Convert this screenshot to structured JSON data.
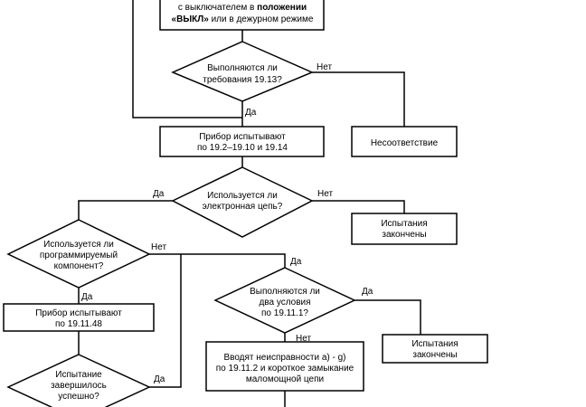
{
  "nodes": {
    "top_box": {
      "line1": "с выключателем в",
      "line1_bold": "положении",
      "line2_bold": "«ВЫКЛ»",
      "line2": " или в дежурном режиме"
    },
    "d1913": {
      "line1": "Выполняются ли",
      "line2": "требования 19.13?"
    },
    "noncompliance": {
      "text": "Несоответствие"
    },
    "test_192": {
      "line1": "Прибор испытывают",
      "line2": "по 19.2–19.10 и 19.14"
    },
    "d_electronic": {
      "line1": "Используется ли",
      "line2": "электронная цепь?"
    },
    "end1": {
      "line1": "Испытания",
      "line2": "закончены"
    },
    "d_programmable": {
      "line1": "Используется ли",
      "line2": "программируемый",
      "line3": "компонент?"
    },
    "test_1911": {
      "line1": "Прибор испытывают",
      "line2": "по 19.11.48"
    },
    "d_conditions": {
      "line1": "Выполняются ли",
      "line2": "два условия",
      "line3": "по 19.11.1?"
    },
    "end2": {
      "line1": "Испытания",
      "line2": "закончены"
    },
    "faults": {
      "line1": "Вводят неисправности а) - g)",
      "line2": "по 19.11.2 и короткое замыкание",
      "line3": "маломощной цепи"
    },
    "d_completed": {
      "line1": "Испытание",
      "line2": "завершилось",
      "line3": "успешно?"
    }
  },
  "edges": {
    "yes": "Да",
    "no": "Нет"
  }
}
